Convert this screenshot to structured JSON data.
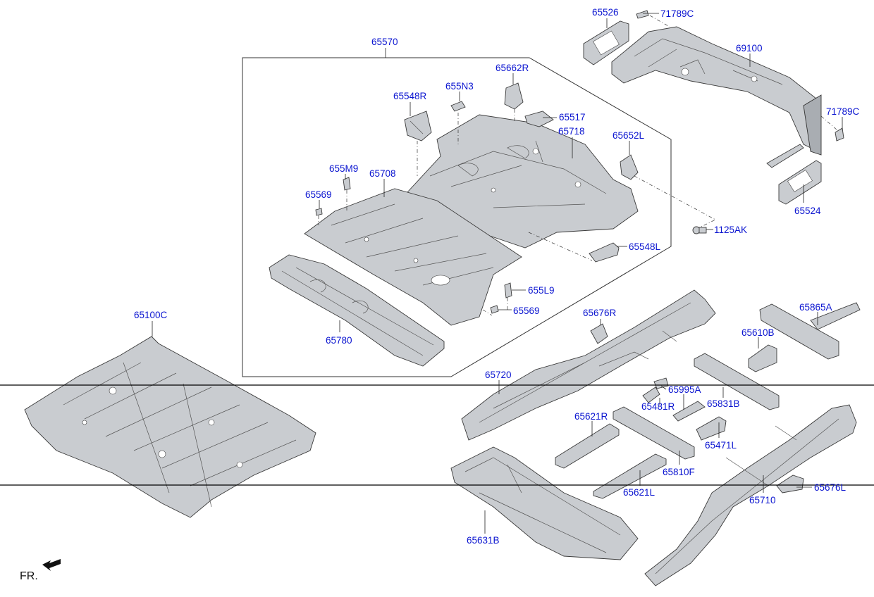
{
  "part_labels": {
    "p65570": "65570",
    "p65526": "65526",
    "p71789C_top": "71789C",
    "p69100": "69100",
    "p71789C_right": "71789C",
    "p65524": "65524",
    "p65662R": "65662R",
    "p655N3": "655N3",
    "p65548R": "65548R",
    "p65517": "65517",
    "p65718": "65718",
    "p65652L": "65652L",
    "p655M9": "655M9",
    "p65708": "65708",
    "p65569_top": "65569",
    "p1125AK": "1125AK",
    "p65548L": "65548L",
    "p655L9": "655L9",
    "p65569_bottom": "65569",
    "p65780": "65780",
    "p65100C": "65100C",
    "p65676R": "65676R",
    "p65865A": "65865A",
    "p65610B": "65610B",
    "p65720": "65720",
    "p65995A": "65995A",
    "p65481R": "65481R",
    "p65831B": "65831B",
    "p65621R": "65621R",
    "p65471L": "65471L",
    "p65810F": "65810F",
    "p65621L": "65621L",
    "p65710": "65710",
    "p65676L": "65676L",
    "p65631B": "65631B"
  },
  "direction_label": "FR.",
  "colors": {
    "callout_text": "#0a14d0",
    "part_fill": "#c9ccd0",
    "outline": "#333333"
  },
  "icons": {
    "direction_arrow": "front-direction-arrow-icon"
  }
}
